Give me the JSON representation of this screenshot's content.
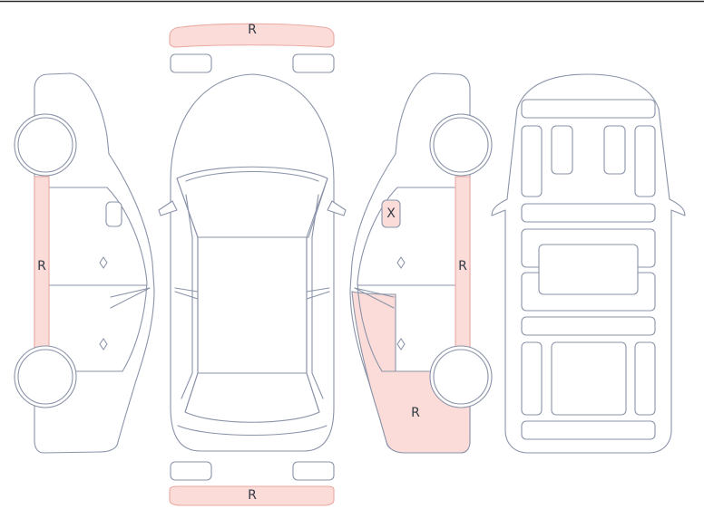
{
  "colors": {
    "outline": "#8a93a8",
    "damage_fill": "#fbdcd8",
    "damage_stroke": "#e9a9a2",
    "mark_text": "#333a45",
    "top_rule": "#2b2b2b"
  },
  "marks": {
    "front_bumper": "R",
    "rear_bumper": "R",
    "left_rocker_panel": "R",
    "right_rocker_panel": "R",
    "right_front_fender": "R",
    "right_mirror": "X"
  }
}
